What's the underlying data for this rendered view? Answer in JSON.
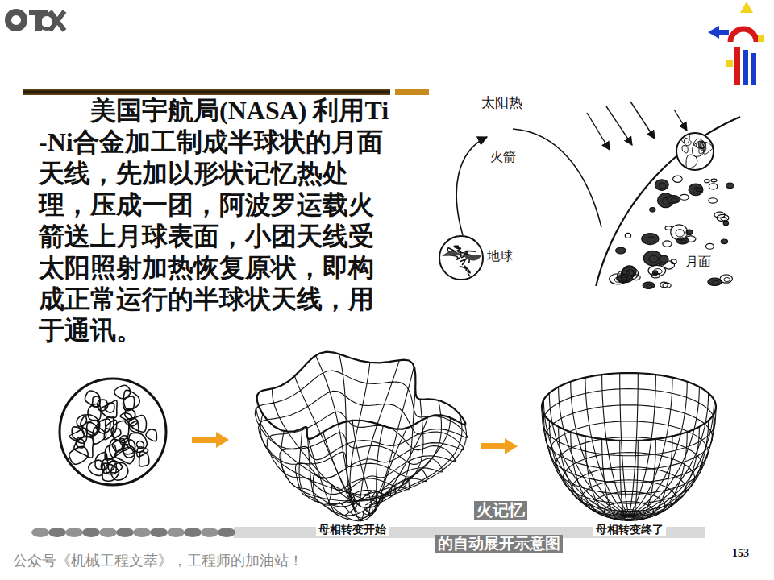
{
  "diagram": {
    "labels": [
      "美国宇航局(NASA) 利用Ti-Ni合金加工制成半球状的月面天线，先加以形状记忆热处理，压成一团，阿波罗运载火箭送上月球表面，小团天线受太阳照射加热恢复原状，即构成正常运行的半球状天线，用于通讯。",
      "太阳热",
      "火箭",
      "地球",
      "月面",
      "母相转变开始",
      "火记忆",
      "的自动展开示意图",
      "母相转变终了",
      "公众号《机械工程文萃》，工程师的加油站！",
      "153"
    ]
  }
}
